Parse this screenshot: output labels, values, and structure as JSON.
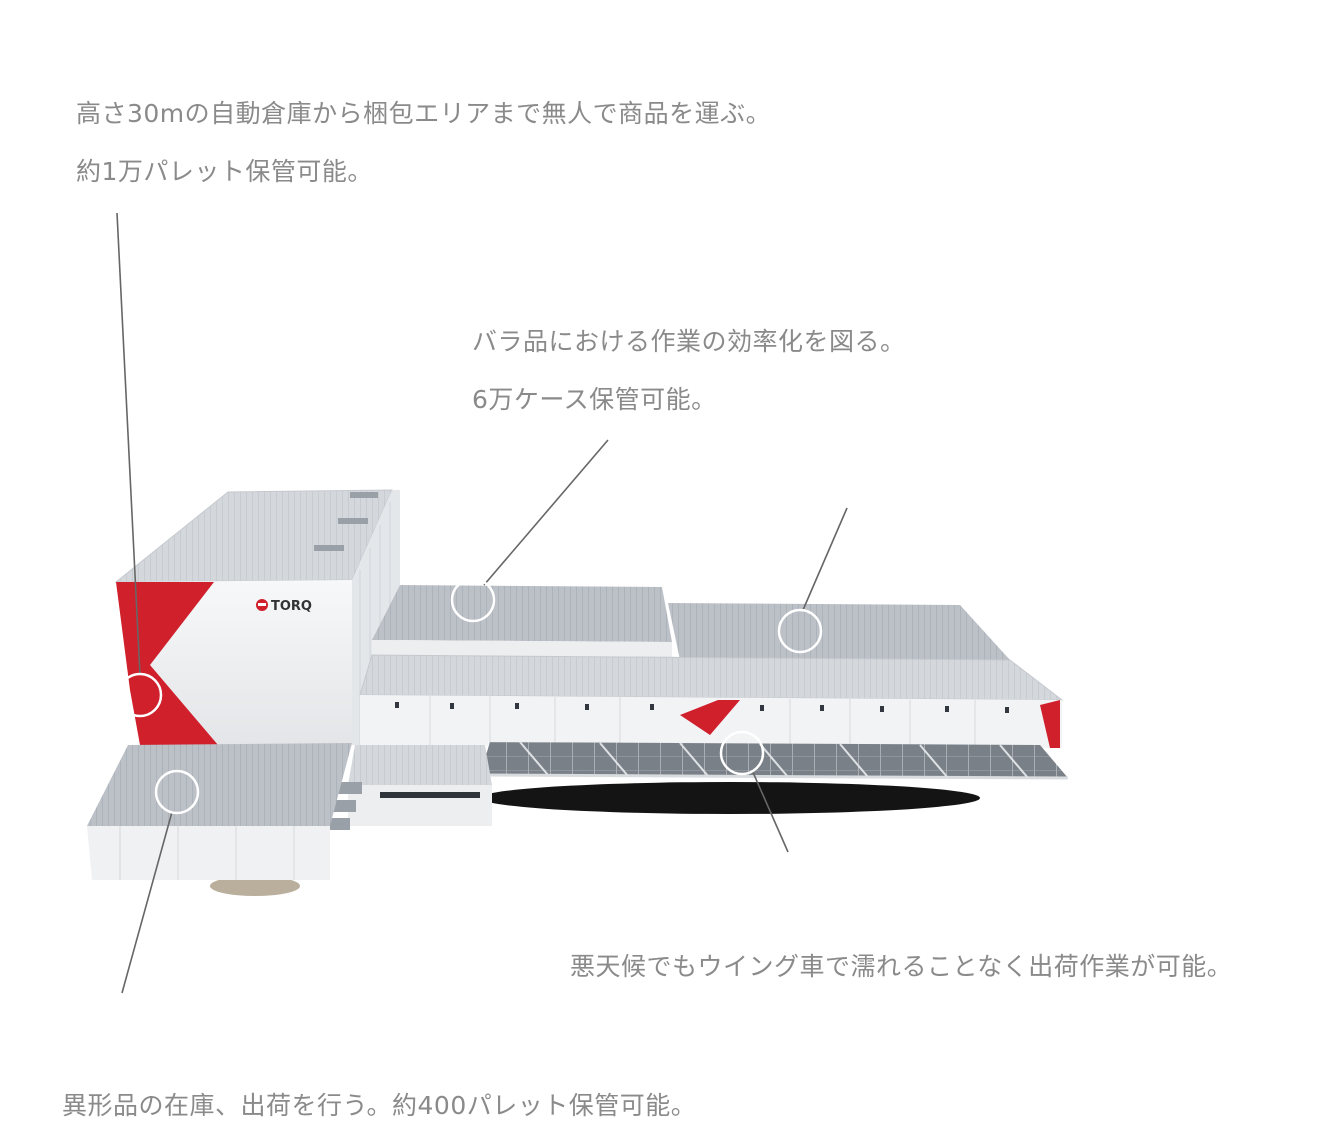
{
  "captions": {
    "automated_warehouse": {
      "line1": "高さ30mの自動倉庫から梱包エリアまで無人で商品を運ぶ。",
      "line2": "約1万パレット保管可能。"
    },
    "case_area": {
      "line1": "バラ品における作業の効率化を図る。",
      "line2": "6万ケース保管可能。"
    },
    "wing_truck_canopy": {
      "line1": "悪天候でもウイング車で濡れることなく出荷作業が可能。"
    },
    "irregular_items": {
      "line1": "異形品の在庫、出荷を行う。約400パレット保管可能。"
    }
  },
  "building": {
    "brand": "TORQ",
    "brand_color": "#d0202c",
    "roof_color": "#b9bec4",
    "wall_color": "#f2f3f5"
  },
  "icons": {
    "logo": "torq-logo-icon"
  }
}
